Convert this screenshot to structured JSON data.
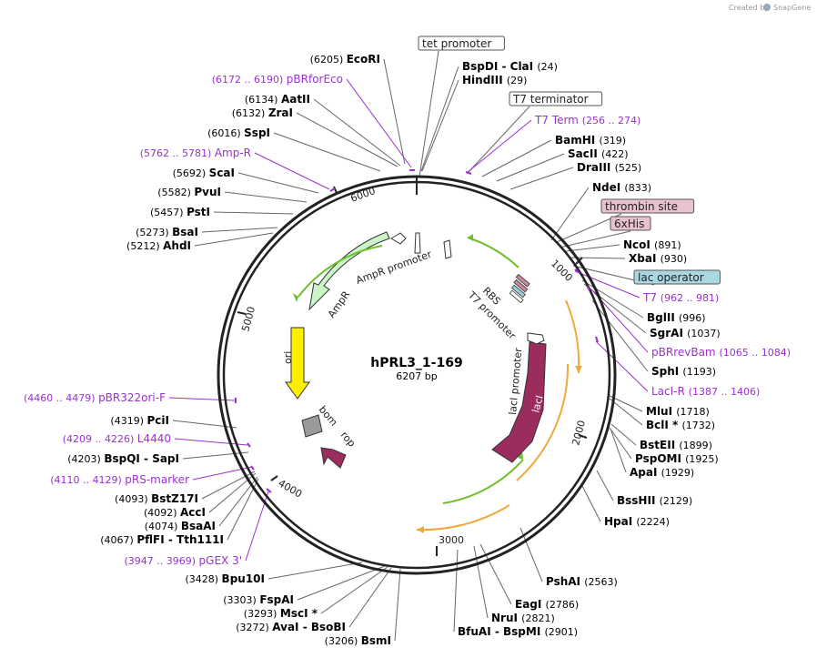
{
  "watermark": {
    "prefix": "Created by",
    "brand": "SnapGene"
  },
  "plasmid": {
    "name": "hPRL3_1-169",
    "length": "6207 bp"
  },
  "ticks": [
    "1000",
    "2000",
    "3000",
    "4000",
    "5000",
    "6000"
  ],
  "colors": {
    "site": "#000000",
    "primer": "#9b30d0",
    "ampr": "#c9f5c9",
    "ori": "#ffee00",
    "laci": "#9b2c5e",
    "rop": "#9b2c5e",
    "bom": "#9a9a9a",
    "orf_green": "#6fbf2f",
    "orf_orange": "#f0a83a"
  },
  "labels": [
    {
      "kind": "site",
      "num": "(6205)",
      "name": "EcoRI"
    },
    {
      "kind": "primer",
      "pos": "(6172 .. 6190)",
      "name": "pBRforEco"
    },
    {
      "kind": "site",
      "num": "(6134)",
      "name": "AatII"
    },
    {
      "kind": "site",
      "num": "(6132)",
      "name": "ZraI"
    },
    {
      "kind": "site",
      "num": "(6016)",
      "name": "SspI"
    },
    {
      "kind": "primer",
      "pos": "(5762 .. 5781)",
      "name": "Amp-R"
    },
    {
      "kind": "site",
      "num": "(5692)",
      "name": "ScaI"
    },
    {
      "kind": "site",
      "num": "(5582)",
      "name": "PvuI"
    },
    {
      "kind": "site",
      "num": "(5457)",
      "name": "PstI"
    },
    {
      "kind": "site",
      "num": "(5273)",
      "name": "BsaI"
    },
    {
      "kind": "site",
      "num": "(5212)",
      "name": "AhdI"
    },
    {
      "kind": "primer",
      "pos": "(4460 .. 4479)",
      "name": "pBR322ori-F"
    },
    {
      "kind": "site",
      "num": "(4319)",
      "name": "PciI"
    },
    {
      "kind": "primer",
      "pos": "(4209 .. 4226)",
      "name": "L4440"
    },
    {
      "kind": "site",
      "num": "(4203)",
      "name": "BspQI  - SapI"
    },
    {
      "kind": "primer",
      "pos": "(4110 .. 4129)",
      "name": "pRS-marker"
    },
    {
      "kind": "site",
      "num": "(4093)",
      "name": "BstZ17I"
    },
    {
      "kind": "site",
      "num": "(4092)",
      "name": "AccI"
    },
    {
      "kind": "site",
      "num": "(4074)",
      "name": "BsaAI"
    },
    {
      "kind": "site",
      "num": "(4067)",
      "name": "PflFI  - Tth111I"
    },
    {
      "kind": "primer",
      "pos": "(3947 .. 3969)",
      "name": "pGEX 3'"
    },
    {
      "kind": "site",
      "num": "(3428)",
      "name": "Bpu10I"
    },
    {
      "kind": "site",
      "num": "(3303)",
      "name": "FspAI"
    },
    {
      "kind": "site",
      "num": "(3293)",
      "name": "MscI *"
    },
    {
      "kind": "site",
      "num": "(3272)",
      "name": "AvaI  - BsoBI"
    },
    {
      "kind": "site",
      "num": "(3206)",
      "name": "BsmI"
    },
    {
      "kind": "box",
      "name": "tet promoter"
    },
    {
      "kind": "site",
      "num": "(24)",
      "name": "BspDI  - ClaI"
    },
    {
      "kind": "site",
      "num": "(29)",
      "name": "HindIII"
    },
    {
      "kind": "box",
      "name": "T7 terminator"
    },
    {
      "kind": "primer",
      "pos": "(256 .. 274)",
      "name": "T7 Term"
    },
    {
      "kind": "site",
      "num": "(319)",
      "name": "BamHI"
    },
    {
      "kind": "site",
      "num": "(422)",
      "name": "SacII"
    },
    {
      "kind": "site",
      "num": "(525)",
      "name": "DraIII"
    },
    {
      "kind": "site",
      "num": "(833)",
      "name": "NdeI"
    },
    {
      "kind": "box",
      "name": "thrombin site"
    },
    {
      "kind": "box",
      "name": "6xHis"
    },
    {
      "kind": "site",
      "num": "(891)",
      "name": "NcoI"
    },
    {
      "kind": "site",
      "num": "(930)",
      "name": "XbaI"
    },
    {
      "kind": "box",
      "name": "lac operator"
    },
    {
      "kind": "primer",
      "pos": "(962 .. 981)",
      "name": "T7"
    },
    {
      "kind": "site",
      "num": "(996)",
      "name": "BglII"
    },
    {
      "kind": "site",
      "num": "(1037)",
      "name": "SgrAI"
    },
    {
      "kind": "primer",
      "pos": "(1065 .. 1084)",
      "name": "pBRrevBam"
    },
    {
      "kind": "site",
      "num": "(1193)",
      "name": "SphI"
    },
    {
      "kind": "primer",
      "pos": "(1387 .. 1406)",
      "name": "LacI-R"
    },
    {
      "kind": "site",
      "num": "(1718)",
      "name": "MluI"
    },
    {
      "kind": "site",
      "num": "(1732)",
      "name": "BclI *"
    },
    {
      "kind": "site",
      "num": "(1899)",
      "name": "BstEII"
    },
    {
      "kind": "site",
      "num": "(1925)",
      "name": "PspOMI"
    },
    {
      "kind": "site",
      "num": "(1929)",
      "name": "ApaI"
    },
    {
      "kind": "site",
      "num": "(2129)",
      "name": "BssHII"
    },
    {
      "kind": "site",
      "num": "(2224)",
      "name": "HpaI"
    },
    {
      "kind": "site",
      "num": "(2563)",
      "name": "PshAI"
    },
    {
      "kind": "site",
      "num": "(2786)",
      "name": "EagI"
    },
    {
      "kind": "site",
      "num": "(2821)",
      "name": "NruI"
    },
    {
      "kind": "site",
      "num": "(2901)",
      "name": "BfuAI  - BspMI"
    }
  ],
  "features": {
    "ampr": "AmpR",
    "ampr_promoter": "AmpR promoter",
    "ori": "ori",
    "bom": "bom",
    "rop": "rop",
    "rbs": "RBS",
    "t7_promoter": "T7 promoter",
    "laci_promoter": "lacI promoter",
    "laci": "lacI"
  }
}
